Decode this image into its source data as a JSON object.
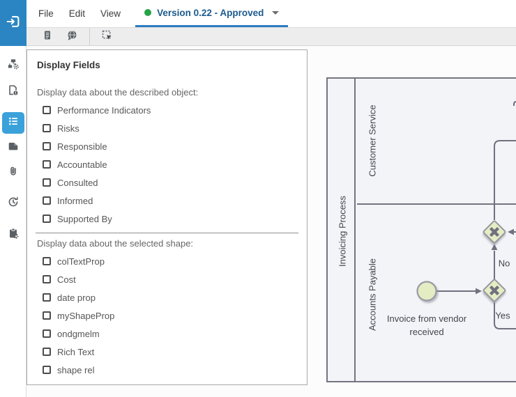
{
  "app": {
    "name_icon": "enter-app-icon",
    "colors": {
      "accent_blue": "#2b85c2",
      "selected_item_blue": "#3ba1da",
      "version_underline": "#2d7cc1",
      "status_green": "#25a446",
      "diagram_line": "#70707e",
      "diagram_node_fill": "#e5ecc4",
      "diagram_node_border": "#94949e",
      "pool_fill": "#f3f4f8"
    }
  },
  "menubar": {
    "items": [
      {
        "label": "File"
      },
      {
        "label": "Edit"
      },
      {
        "label": "View"
      }
    ],
    "version_tab": {
      "label": "Version 0.22 - Approved",
      "status": "approved"
    }
  },
  "toolbar": {
    "icons": [
      "document-icon",
      "language-comment-icon",
      "select-area-icon"
    ]
  },
  "sidebar": {
    "selected_index": 2,
    "icons": [
      "process-hierarchy-icon",
      "document-status-icon",
      "display-fields-icon",
      "shapes-icon",
      "link-icon",
      "history-icon",
      "clipboard-settings-icon"
    ]
  },
  "panel": {
    "title": "Display Fields",
    "sections": [
      {
        "label": "Display data about the described object:",
        "items": [
          {
            "label": "Performance Indicators",
            "checked": false
          },
          {
            "label": "Risks",
            "checked": false
          },
          {
            "label": "Responsible",
            "checked": false
          },
          {
            "label": "Accountable",
            "checked": false
          },
          {
            "label": "Consulted",
            "checked": false
          },
          {
            "label": "Informed",
            "checked": false
          },
          {
            "label": "Supported By",
            "checked": false
          }
        ]
      },
      {
        "label": "Display data about the selected shape:",
        "items": [
          {
            "label": "colTextProp",
            "checked": false
          },
          {
            "label": "Cost",
            "checked": false
          },
          {
            "label": "date prop",
            "checked": false
          },
          {
            "label": "myShapeProp",
            "checked": false
          },
          {
            "label": "ondgmelm",
            "checked": false
          },
          {
            "label": "Rich Text",
            "checked": false
          },
          {
            "label": "shape rel",
            "checked": false
          }
        ]
      }
    ]
  },
  "diagram": {
    "pool_label": "Invoicing Process",
    "lanes": [
      {
        "label": "Customer Service"
      },
      {
        "label": "Accounts Payable"
      }
    ],
    "start_event_label": "Invoice from vendor received",
    "flow_labels": {
      "no": "No",
      "yes": "Yes"
    }
  }
}
